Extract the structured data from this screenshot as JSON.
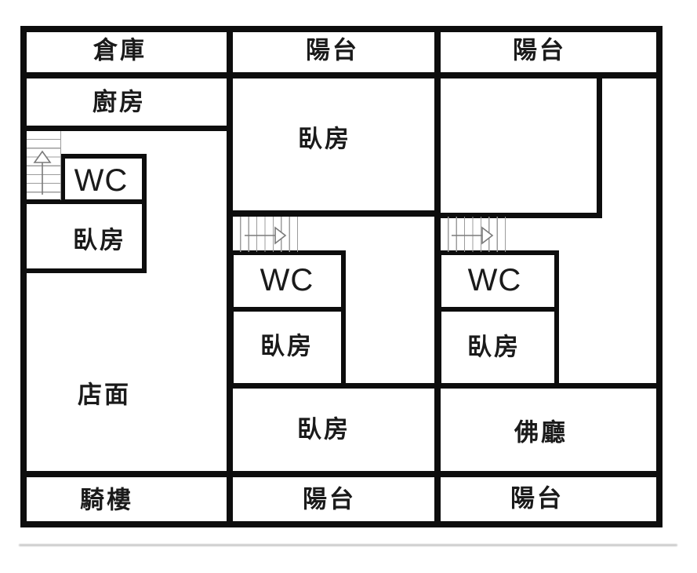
{
  "title": "apartment-floor-plan",
  "colors": {
    "wall": "#0d0d0d",
    "stair_line": "#9c9c9c",
    "arrow": "#7a7a7a",
    "text": "#1a1a1a",
    "background": "#ffffff"
  },
  "left_section": {
    "storage": "倉庫",
    "kitchen": "廚房",
    "wc": "WC",
    "bedroom": "臥房",
    "storefront": "店面",
    "arcade": "騎樓"
  },
  "middle_section": {
    "balcony_top": "陽台",
    "bedroom_large": "臥房",
    "wc": "WC",
    "bedroom_small": "臥房",
    "bedroom_lower": "臥房",
    "balcony_bottom": "陽台"
  },
  "right_section": {
    "balcony_top": "陽台",
    "wc": "WC",
    "bedroom_small": "臥房",
    "buddha_hall": "佛廳",
    "balcony_bottom": "陽台"
  }
}
